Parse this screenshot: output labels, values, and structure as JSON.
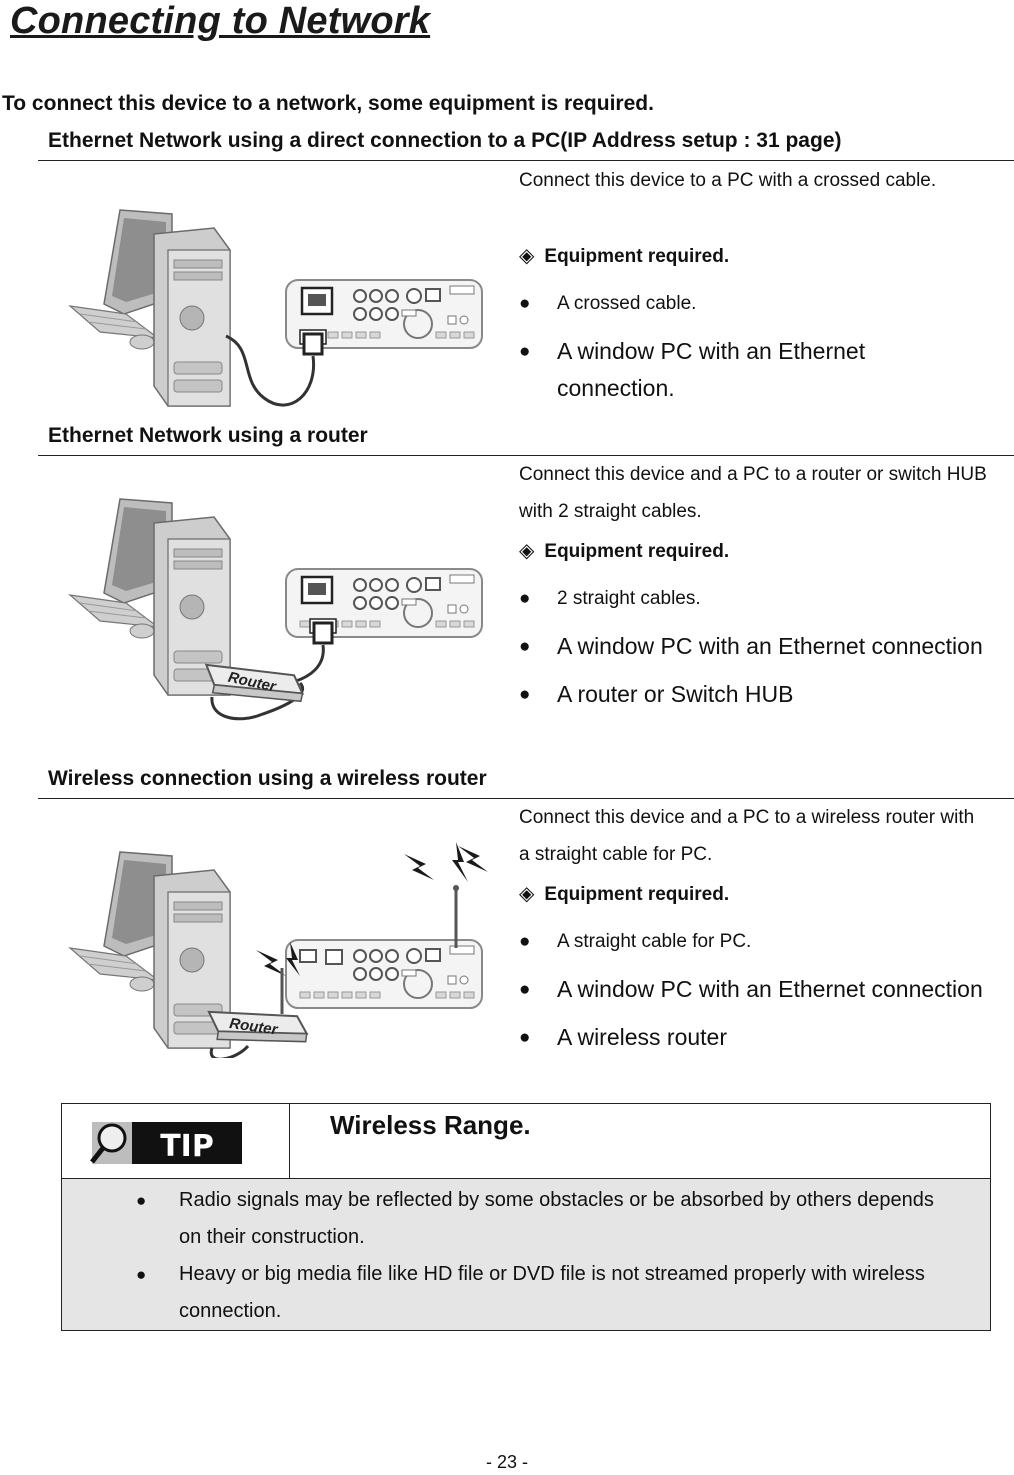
{
  "page": {
    "title": "Connecting to Network",
    "intro": "To connect this device to a network, some equipment is required.",
    "page_number": "- 23 -"
  },
  "sections": [
    {
      "heading": "Ethernet Network using a direct connection to a PC(IP Address setup : 31 page)",
      "description": "Connect this device to a PC with a crossed cable.",
      "equipment_label": "Equipment required.",
      "items": [
        "A crossed cable.",
        "A window PC with an Ethernet connection."
      ]
    },
    {
      "heading": "Ethernet Network using a router",
      "description": "Connect this device and a PC to a router or switch HUB with 2 straight cables.",
      "equipment_label": "Equipment required.",
      "items": [
        "2 straight cables.",
        "A window PC with an Ethernet connection",
        "A router or Switch HUB"
      ],
      "router_label": "Router"
    },
    {
      "heading": "Wireless connection using a wireless router",
      "description": "Connect this device and a PC to a wireless router with a straight cable for PC.",
      "equipment_label": "Equipment required.",
      "items": [
        "A straight cable for PC.",
        "A window PC with an Ethernet connection",
        "A wireless router"
      ],
      "router_label": "Router"
    }
  ],
  "tip": {
    "badge": "TIP",
    "title": "Wireless Range.",
    "items": [
      "Radio signals may be reflected by some obstacles or be absorbed by others depends on their construction.",
      "Heavy or big media file like HD file or DVD file is not streamed properly with wireless connection."
    ]
  },
  "icons": {
    "equipment_marker": "diamond-icon",
    "bullet": "bullet-dot-icon",
    "tip": "magnifier-icon"
  }
}
